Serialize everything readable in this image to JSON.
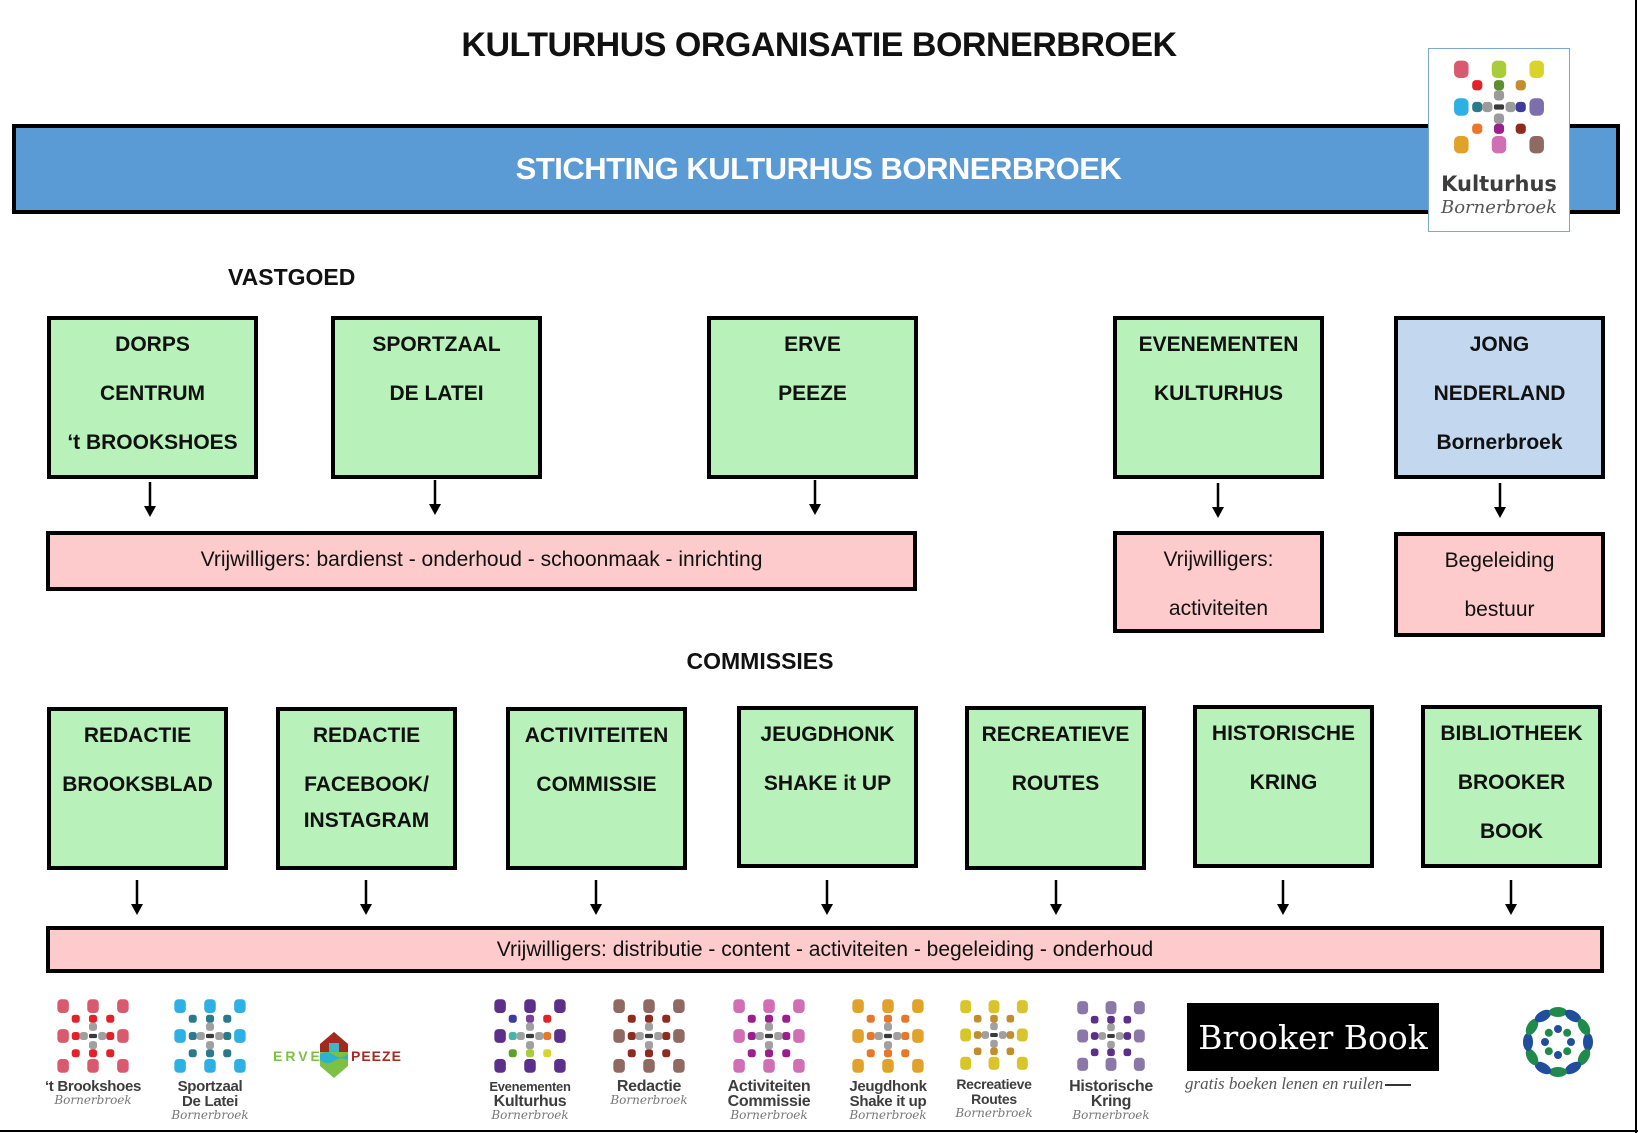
{
  "page": {
    "title": "KULTURHUS ORGANISATIE BORNERBROEK"
  },
  "banner": {
    "label": "STICHTING KULTURHUS BORNERBROEK"
  },
  "main_logo": {
    "name": "Kulturhus",
    "subname": "Bornerbroek",
    "dot_colors": {
      "outer": [
        "#d95a6e",
        "#a9cc3a",
        "#d8d42c",
        "#2db0e4",
        "#7c6fab",
        "#e0a22a",
        "#d06fb4",
        "#8f6a62"
      ],
      "inner": [
        "#e1222b",
        "#5e8f2e",
        "#c08e2f",
        "#2a7a8c",
        "#3f3a9e",
        "#e8772a",
        "#9a1f8c",
        "#8e2b1f"
      ],
      "center": "#9b9b9b",
      "core": "#3a3a3a"
    }
  },
  "sections": {
    "vastgoed": "VASTGOED",
    "commissies": "COMMISSIES"
  },
  "top_units": [
    {
      "lines": [
        "DORPS",
        "CENTRUM",
        "‘t BROOKSHOES"
      ],
      "type": "vastgoed"
    },
    {
      "lines": [
        "SPORTZAAL",
        "DE LATEI"
      ],
      "type": "vastgoed"
    },
    {
      "lines": [
        "ERVE",
        "PEEZE"
      ],
      "type": "vastgoed"
    },
    {
      "lines": [
        "EVENEMENTEN",
        "KULTURHUS"
      ],
      "type": "evenementen"
    },
    {
      "lines": [
        "JONG",
        "NEDERLAND",
        "Bornerbroek"
      ],
      "type": "jong"
    }
  ],
  "top_volunteers": {
    "vastgoed": "Vrijwilligers:  bardienst - onderhoud - schoonmaak - inrichting",
    "evenementen": [
      "Vrijwilligers:",
      "activiteiten"
    ],
    "jong": [
      "Begeleiding",
      "bestuur"
    ]
  },
  "commissies": [
    {
      "lines": [
        "REDACTIE",
        "BROOKSBLAD"
      ]
    },
    {
      "lines": [
        "REDACTIE",
        "FACEBOOK/",
        "INSTAGRAM"
      ]
    },
    {
      "lines": [
        "ACTIVITEITEN",
        "COMMISSIE"
      ]
    },
    {
      "lines": [
        "JEUGDHONK",
        "SHAKE it UP"
      ]
    },
    {
      "lines": [
        "RECREATIEVE",
        "ROUTES"
      ]
    },
    {
      "lines": [
        "HISTORISCHE",
        "KRING"
      ]
    },
    {
      "lines": [
        "BIBLIOTHEEK",
        "BROOKER",
        "BOOK"
      ]
    }
  ],
  "commissies_volunteers": "Vrijwilligers: distributie - content - activiteiten - begeleiding - onderhoud",
  "footer_logos": [
    {
      "name": "brookshoes",
      "lines": [
        "‘t Brookshoes"
      ],
      "sub": "Bornerbroek",
      "outer": "#d95a6e",
      "inner": "#e1222b"
    },
    {
      "name": "sportzaal",
      "lines": [
        "Sportzaal",
        "De Latei"
      ],
      "sub": "Bornerbroek",
      "outer": "#2db0e4",
      "inner": "#2a7a8c"
    },
    {
      "name": "evenementen",
      "lines": [
        "Evenementen",
        "Kulturhus"
      ],
      "sub": "Bornerbroek",
      "outer": "#5b2f8a",
      "inner": "#5b2f8a"
    },
    {
      "name": "redactie",
      "lines": [
        "Redactie"
      ],
      "sub": "Bornerbroek",
      "outer": "#8f6a62",
      "inner": "#8e2b1f"
    },
    {
      "name": "activiteiten",
      "lines": [
        "Activiteiten",
        "Commissie"
      ],
      "sub": "Bornerbroek",
      "outer": "#d06fb4",
      "inner": "#9a1f8c"
    },
    {
      "name": "jeugdhonk",
      "lines": [
        "Jeugdhonk",
        "Shake it up"
      ],
      "sub": "Bornerbroek",
      "outer": "#e0a22a",
      "inner": "#e8772a"
    },
    {
      "name": "recreatieve",
      "lines": [
        "Recreatieve",
        "Routes"
      ],
      "sub": "Bornerbroek",
      "outer": "#d8c52c",
      "inner": "#c08e2f"
    },
    {
      "name": "historische",
      "lines": [
        "Historische",
        "Kring"
      ],
      "sub": "Bornerbroek",
      "outer": "#8a78a8",
      "inner": "#5b2f8a"
    }
  ],
  "erve_peeze_logo": {
    "left": "ERVE",
    "right": "PEEZE"
  },
  "brooker_book_logo": {
    "title": "Brooker Book",
    "tagline": "gratis boeken lenen en ruilen"
  },
  "colors": {
    "banner": "#5b9bd5",
    "unit_green": "#b8f1b9",
    "unit_blue": "#c3d7ee",
    "volunteer_pink": "#fdcbcb"
  }
}
